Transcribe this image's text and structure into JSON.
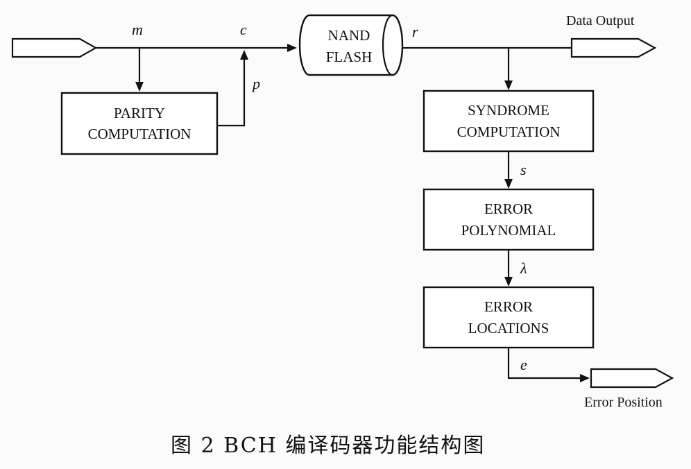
{
  "blocks": {
    "parity": [
      "PARITY",
      "COMPUTATION"
    ],
    "nand": [
      "NAND",
      "FLASH"
    ],
    "syndrome": [
      "SYNDROME",
      "COMPUTATION"
    ],
    "polynomial": [
      "ERROR",
      "POLYNOMIAL"
    ],
    "locations": [
      "ERROR",
      "LOCATIONS"
    ]
  },
  "signals": {
    "m": "m",
    "c": "c",
    "p": "p",
    "r": "r",
    "s": "s",
    "lambda": "λ",
    "e": "e"
  },
  "io": {
    "data_output": "Data  Output",
    "error_position": "Error Position"
  },
  "caption": "图 2   BCH 编译码器功能结构图"
}
